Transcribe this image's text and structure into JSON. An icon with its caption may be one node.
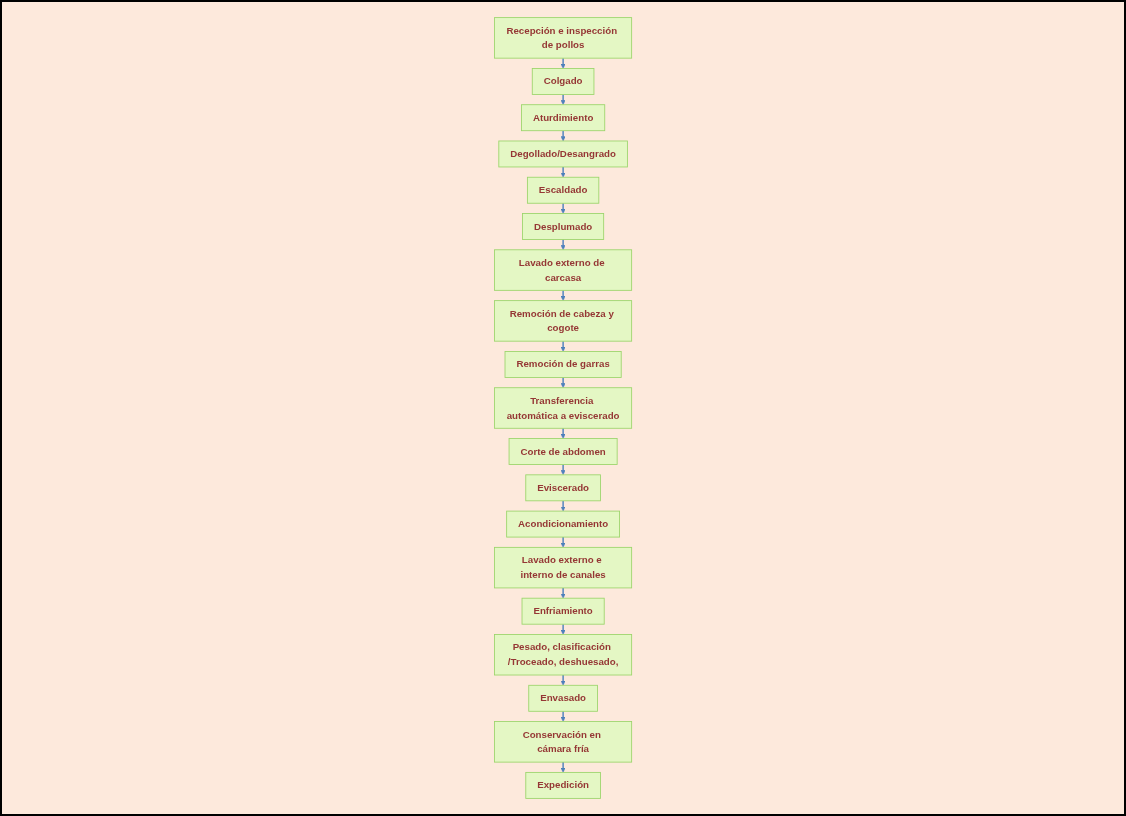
{
  "diagram": {
    "nodes": [
      {
        "text": [
          "Recepción e inspección de pollos"
        ]
      },
      {
        "text": [
          "Colgado"
        ]
      },
      {
        "text": [
          "Aturdimiento"
        ]
      },
      {
        "text": [
          "Degollado/Desangrado"
        ]
      },
      {
        "text": [
          "Escaldado"
        ]
      },
      {
        "text": [
          "Desplumado"
        ]
      },
      {
        "text": [
          "Lavado externo de carcasa"
        ]
      },
      {
        "text": [
          "Remoción de cabeza y cogote"
        ]
      },
      {
        "text": [
          "Remoción de garras"
        ]
      },
      {
        "text": [
          "Transferencia automática a eviscerado"
        ]
      },
      {
        "text": [
          "Corte de abdomen"
        ]
      },
      {
        "text": [
          "Eviscerado"
        ]
      },
      {
        "text": [
          "Acondicionamiento"
        ]
      },
      {
        "text": [
          "Lavado externo e interno de canales"
        ]
      },
      {
        "text": [
          "Enfriamiento"
        ]
      },
      {
        "text": [
          "Pesado, clasificación /Troceado, deshuesado,"
        ]
      },
      {
        "text": [
          "Envasado"
        ]
      },
      {
        "text": [
          "Conservación en cámara fría"
        ]
      },
      {
        "text": [
          "Expedición"
        ]
      }
    ],
    "edges": [
      {
        "from": 0,
        "to": 1,
        "arrow": "to"
      },
      {
        "from": 1,
        "to": 2,
        "arrow": "to"
      },
      {
        "from": 2,
        "to": 3,
        "arrow": "to"
      },
      {
        "from": 3,
        "to": 4,
        "arrow": "to"
      },
      {
        "from": 4,
        "to": 5,
        "arrow": "to"
      },
      {
        "from": 5,
        "to": 6,
        "arrow": "to"
      },
      {
        "from": 6,
        "to": 7,
        "arrow": "to"
      },
      {
        "from": 7,
        "to": 8,
        "arrow": "to"
      },
      {
        "from": 8,
        "to": 9,
        "arrow": "to"
      },
      {
        "from": 9,
        "to": 10,
        "arrow": "to"
      },
      {
        "from": 10,
        "to": 11,
        "arrow": "to"
      },
      {
        "from": 11,
        "to": 12,
        "arrow": "to"
      },
      {
        "from": 12,
        "to": 13,
        "arrow": "to"
      },
      {
        "from": 13,
        "to": 14,
        "arrow": "to"
      },
      {
        "from": 14,
        "to": 15,
        "arrow": "to"
      },
      {
        "from": 15,
        "to": 16,
        "arrow": "to"
      },
      {
        "from": 16,
        "to": 17,
        "arrow": "to"
      },
      {
        "from": 17,
        "to": 18,
        "arrow": "to"
      }
    ]
  }
}
